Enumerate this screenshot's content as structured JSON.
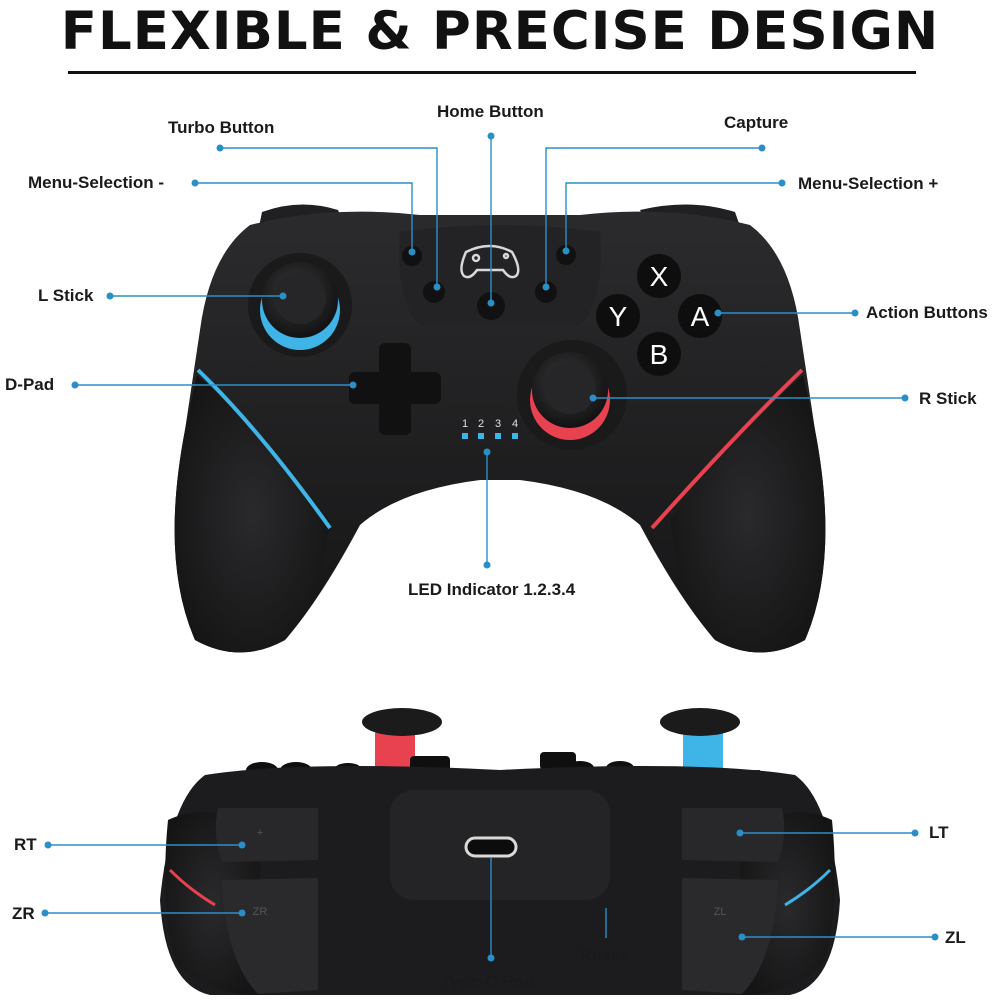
{
  "title": "FLEXIBLE & PRECISE DESIGN",
  "labels": {
    "turbo": "Turbo Button",
    "home": "Home Button",
    "capture": "Capture",
    "menu_minus": "Menu-Selection -",
    "menu_plus": "Menu-Selection +",
    "l_stick": "L Stick",
    "action": "Action Buttons",
    "dpad": "D-Pad",
    "r_stick": "R Stick",
    "led": "LED Indicator 1.2.3.4",
    "rt": "RT",
    "lt": "LT",
    "zr": "ZR",
    "zl": "ZL",
    "typec": "Type-C Port",
    "reset": "Reset"
  },
  "face_buttons": {
    "x": "X",
    "y": "Y",
    "a": "A",
    "b": "B"
  },
  "led_numbers": [
    "1",
    "2",
    "3",
    "4"
  ],
  "colors": {
    "accent_line": "#2a8fc7",
    "left_accent": "#3fb4e6",
    "right_accent": "#e8414f",
    "body": "#1b1b1d"
  }
}
